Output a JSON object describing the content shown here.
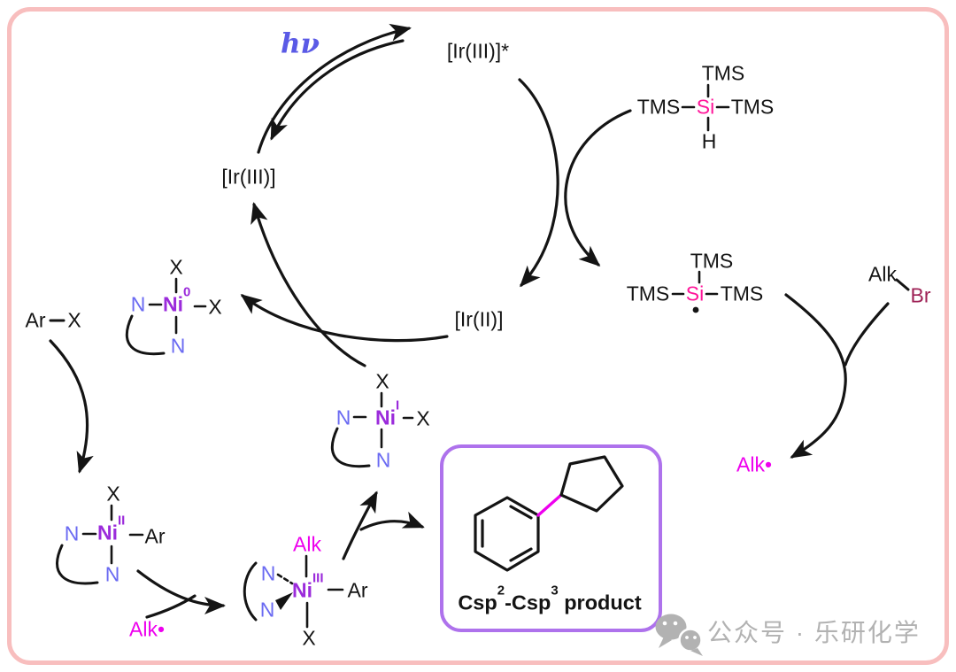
{
  "colors": {
    "frame-pink": "#F8BEBE",
    "ink": "#141414",
    "n-blue": "#6A6AF2",
    "ni-purple": "#9B2BDB",
    "si-pink": "#FF169A",
    "alk-magenta": "#EE00EE",
    "br-maroon": "#9E2155",
    "light-blue": "#5A5AE6",
    "box-purple": "#AE72EC",
    "watermark-gray": "#B2B2B2"
  },
  "photocycle": {
    "light_label": "hν",
    "ir_excited": "[Ir(III)]*",
    "ir_ground": "[Ir(III)]",
    "ir_reduced": "[Ir(II)]"
  },
  "silane": {
    "tms_top": "TMS",
    "tms_left": "TMS",
    "si": "Si",
    "tms_right": "TMS",
    "h": "H"
  },
  "silyl_radical": {
    "tms_top": "TMS",
    "tms_left": "TMS",
    "si": "Si",
    "tms_right": "TMS"
  },
  "alkyl_bromide": {
    "alk": "Alk",
    "br": "Br"
  },
  "radicals": {
    "alkyl_right": "Alk•",
    "alkyl_bottom": "Alk•"
  },
  "aryl_halide": {
    "ar": "Ar",
    "x": "X"
  },
  "complexes": {
    "ni0": {
      "x_top": "X",
      "n_left": "N",
      "symbol": "Ni",
      "oxidation": "0",
      "x_right": "X",
      "n_bottom": "N"
    },
    "ni1": {
      "x_top": "X",
      "n_left": "N",
      "symbol": "Ni",
      "oxidation": "I",
      "x_right": "X",
      "n_bottom": "N"
    },
    "ni2": {
      "x_top": "X",
      "n_left": "N",
      "symbol": "Ni",
      "oxidation": "II",
      "ar_right": "Ar",
      "n_bottom": "N"
    },
    "ni3": {
      "alk_top": "Alk",
      "n_top": "N",
      "n_bottom": "N",
      "symbol": "Ni",
      "oxidation": "III",
      "ar_right": "Ar",
      "x_bottom": "X"
    }
  },
  "product_box": {
    "label_parts": [
      "Csp",
      "2",
      "-Csp",
      "3",
      " product"
    ]
  },
  "watermark": {
    "text": "公众号 · 乐研化学"
  }
}
